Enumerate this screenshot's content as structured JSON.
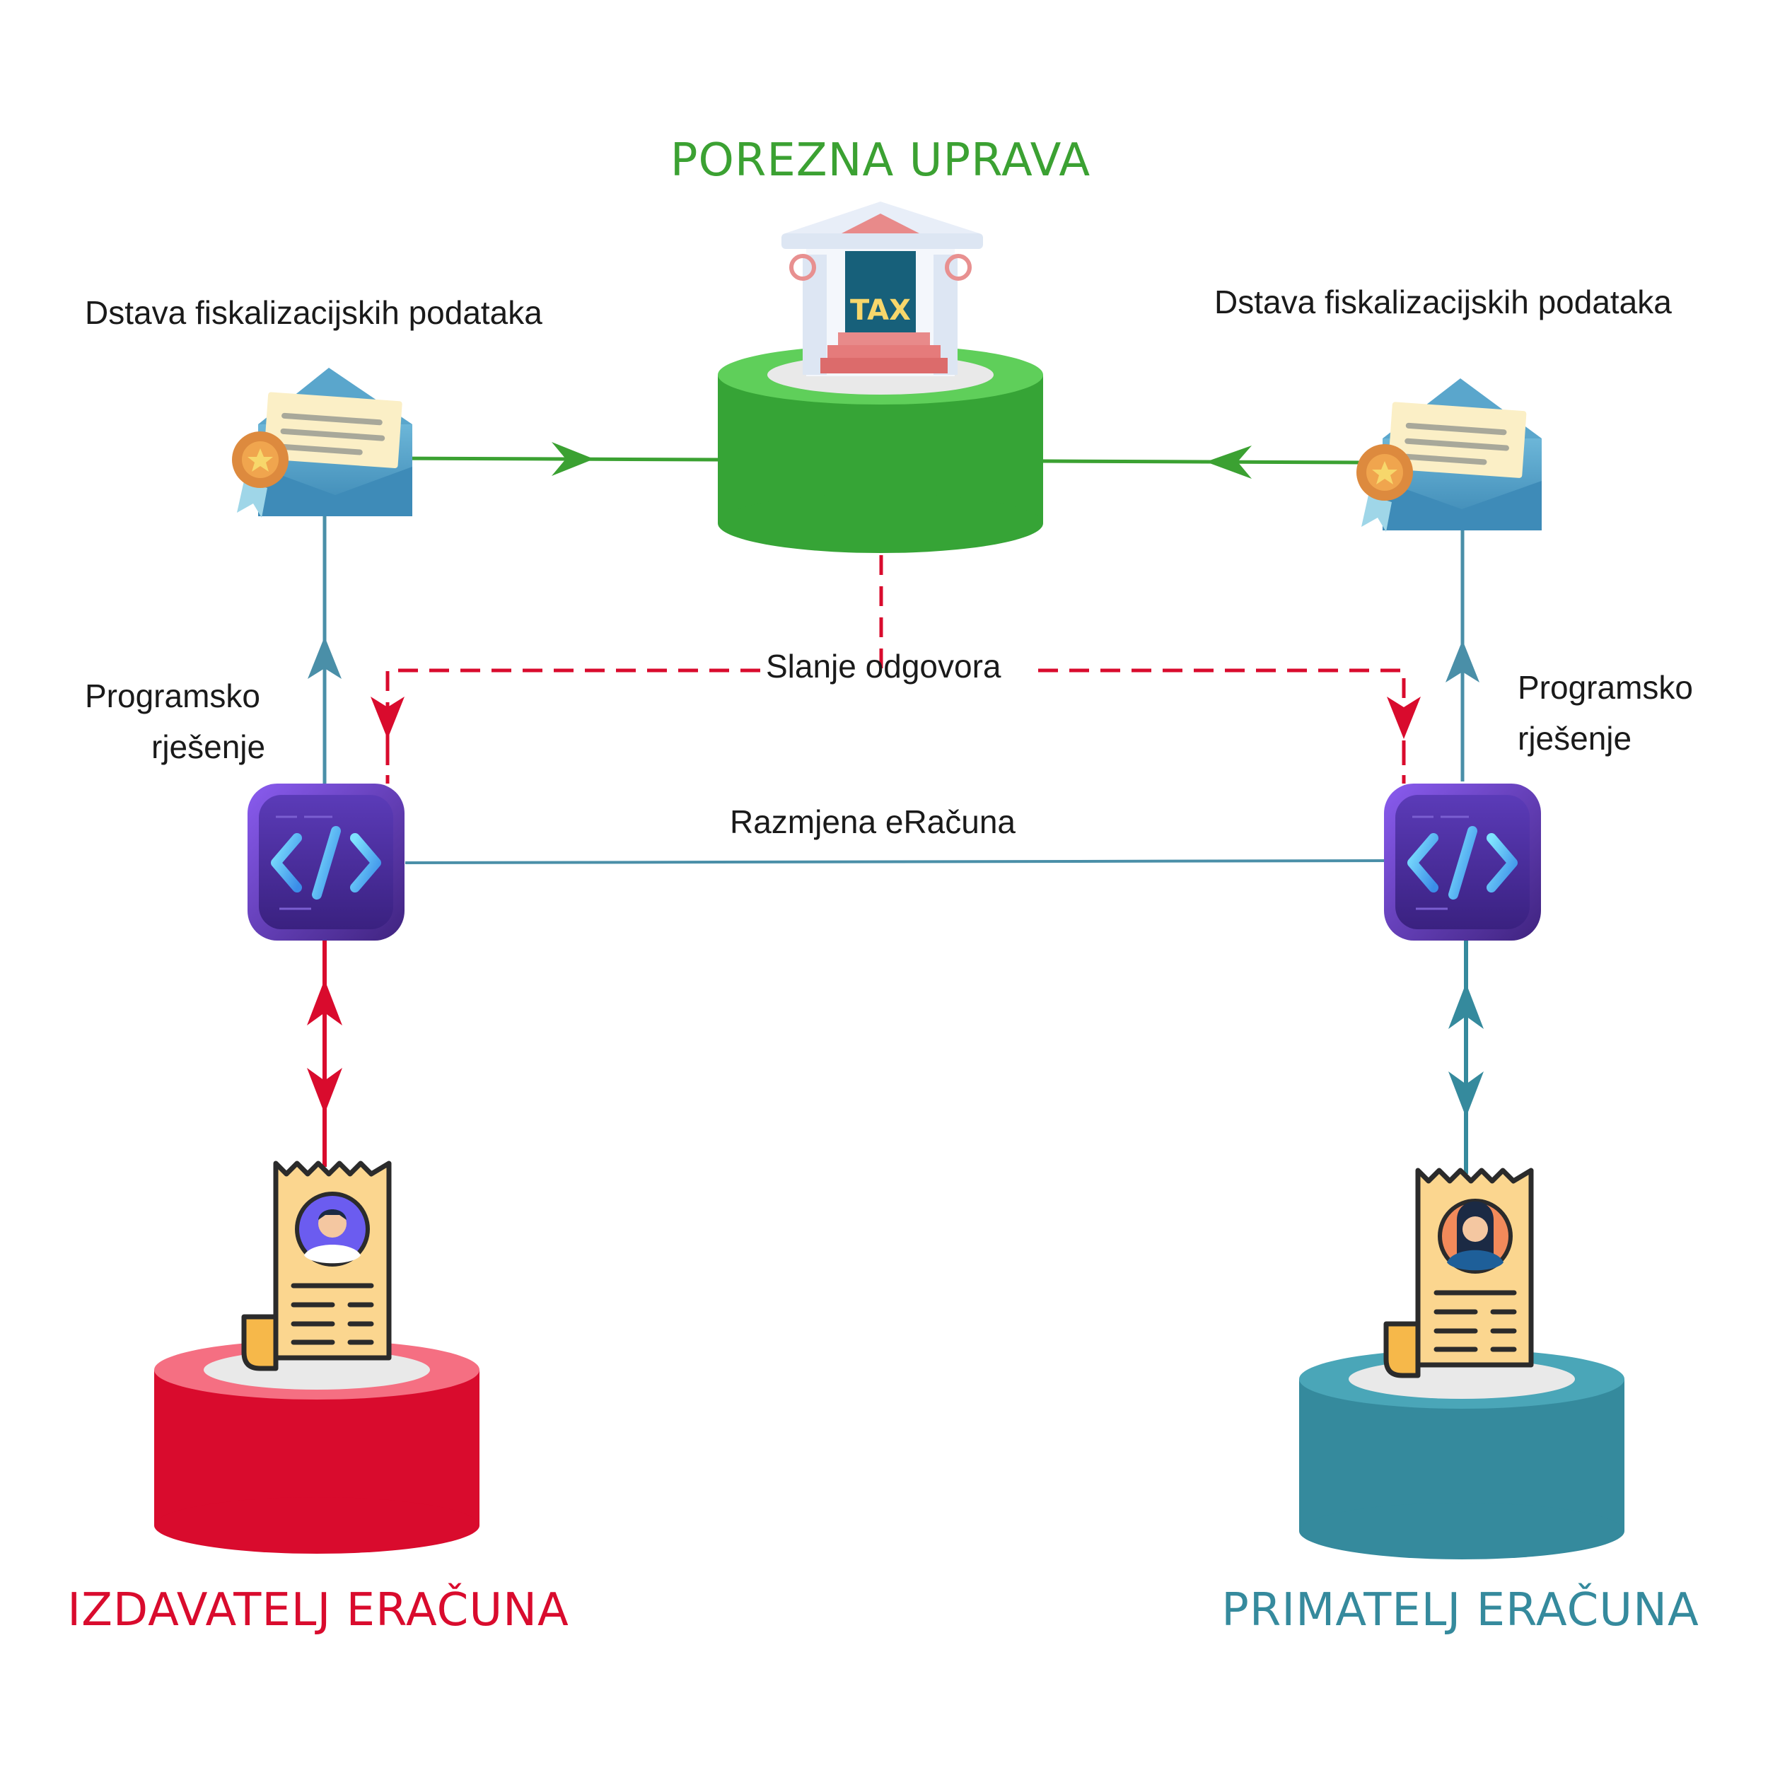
{
  "nodes": {
    "tax_authority": {
      "title": "POREZNA UPRAVA",
      "color": "#3ba132",
      "icon": "tax-building-icon"
    },
    "issuer": {
      "title": "IZDAVATELJ ERAČUNA",
      "color": "#d90b2d",
      "icon": "receipt-man-icon"
    },
    "recipient": {
      "title": "PRIMATELJ ERAČUNA",
      "color": "#358a9d",
      "icon": "receipt-woman-icon"
    }
  },
  "labels": {
    "submit_left": "Dstava fiskalizacijskih podataka",
    "submit_right": "Dstava fiskalizacijskih podataka",
    "software_left_line1": "Programsko",
    "software_left_line2": "rješenje",
    "software_right_line1": "Programsko",
    "software_right_line2": "rješenje",
    "response": "Slanje odgovora",
    "exchange": "Razmjena eRačuna"
  },
  "icons": {
    "envelope": "certificate-envelope-icon",
    "software": "code-brackets-icon"
  },
  "colors": {
    "green_arrow": "#3ba132",
    "blue_line": "#4a8fa8",
    "red_arrow": "#d90b2d",
    "teal_arrow": "#358a9d",
    "chip_purple": "#6a3fd0"
  }
}
